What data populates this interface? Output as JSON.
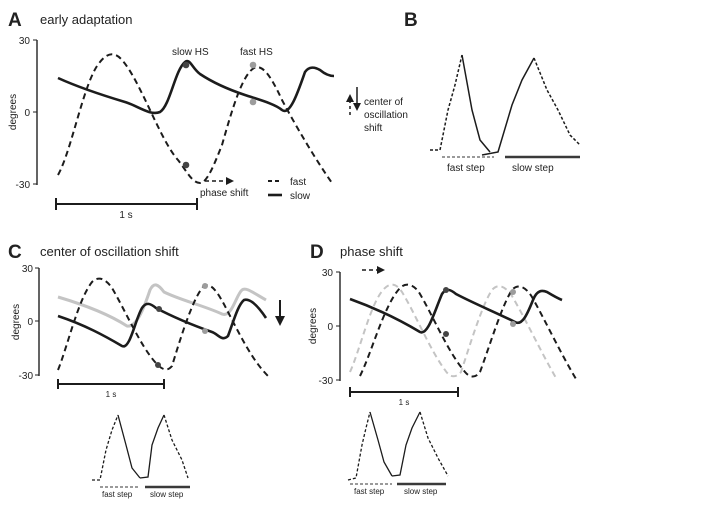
{
  "colors": {
    "trace": "#1c1c1c",
    "previous_trace": "#c4c4c4",
    "fast_step_bar": "#9a9a9a",
    "slow_step_bar": "#3a3a3a",
    "marker_dark": "#444444",
    "marker_light": "#9c9c9c"
  },
  "panels": {
    "A": {
      "letter": "A",
      "title": "early adaptation",
      "y_ticks": [
        "30",
        "0",
        "-30"
      ],
      "y_label": "degrees",
      "time_scale": "1 s",
      "slow_hs": "slow HS",
      "fast_hs": "fast HS",
      "phase_shift": "phase shift",
      "legend": {
        "fast": "fast",
        "slow": "slow"
      },
      "center_shift": [
        "center of",
        "oscillation",
        "shift"
      ]
    },
    "B": {
      "letter": "B",
      "fast_step": "fast step",
      "slow_step": "slow step"
    },
    "C": {
      "letter": "C",
      "title": "center of oscillation shift",
      "y_ticks": [
        "30",
        "0",
        "-30"
      ],
      "y_label": "degrees",
      "time_scale": "1 s",
      "fast_step": "fast step",
      "slow_step": "slow step"
    },
    "D": {
      "letter": "D",
      "title": "phase shift",
      "y_ticks": [
        "30",
        "0",
        "-30"
      ],
      "y_label": "degrees",
      "time_scale": "1 s",
      "fast_step": "fast step",
      "slow_step": "slow step"
    }
  }
}
